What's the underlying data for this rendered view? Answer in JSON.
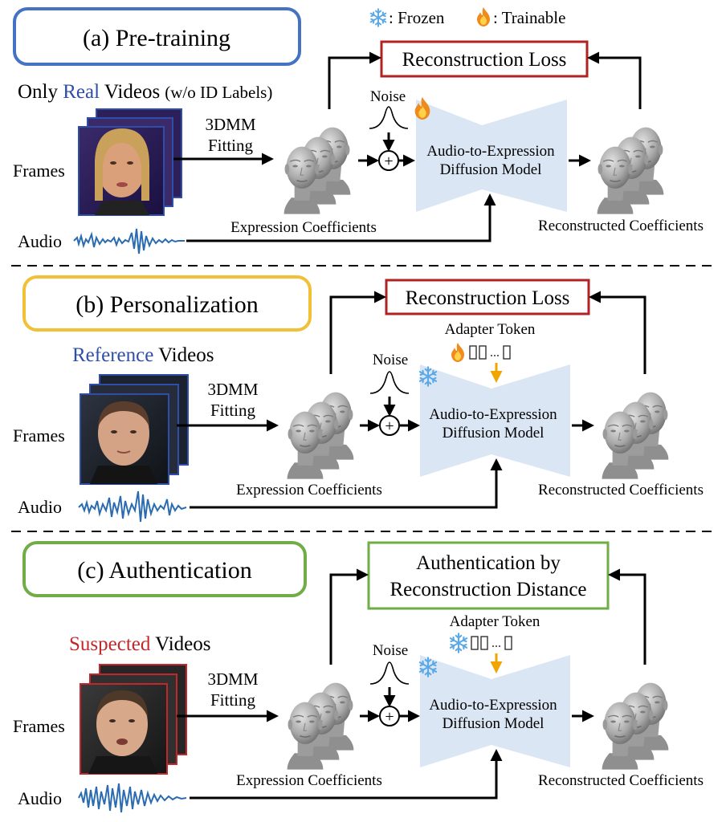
{
  "legend": {
    "frozen_label": ": Frozen",
    "trainable_label": ": Trainable",
    "frozen_icon": "snowflake-icon",
    "trainable_icon": "flame-icon"
  },
  "colors": {
    "pretrain_border": "#4472c4",
    "personal_border": "#f2c037",
    "auth_border": "#70ad47",
    "loss_border": "#b22222",
    "auth_loss_border": "#70ad47",
    "diffusion_fill": "#dbe6f4",
    "real_word": "#2e4ea8",
    "reference_word": "#2e4ea8",
    "suspected_word": "#c0282c",
    "adapter_arrow": "#f0a500",
    "snowflake": "#5aa9e6",
    "flame": "#f08a1c"
  },
  "panels": [
    {
      "title": "(a) Pre-training",
      "loss": "Reconstruction Loss",
      "videos_prefix": "Only ",
      "videos_highlight": "Real",
      "videos_suffix": " Videos",
      "videos_note": "(w/o ID Labels)",
      "frames_label": "Frames",
      "audio_label": "Audio",
      "fit_line1": "3DMM",
      "fit_line2": "Fitting",
      "noise_label": "Noise",
      "adapter_label": "",
      "model_line1": "Audio-to-Expression",
      "model_line2": "Diffusion Model",
      "model_state": "flame-icon",
      "expr_label": "Expression Coefficients",
      "recon_label": "Reconstructed Coefficients"
    },
    {
      "title": "(b) Personalization",
      "loss": "Reconstruction Loss",
      "videos_prefix": "",
      "videos_highlight": "Reference",
      "videos_suffix": " Videos",
      "videos_note": "",
      "frames_label": "Frames",
      "audio_label": "Audio",
      "fit_line1": "3DMM",
      "fit_line2": "Fitting",
      "noise_label": "Noise",
      "adapter_label": "Adapter Token",
      "adapter_state": "flame-icon",
      "model_line1": "Audio-to-Expression",
      "model_line2": "Diffusion Model",
      "model_state": "snowflake-icon",
      "expr_label": "Expression Coefficients",
      "recon_label": "Reconstructed Coefficients"
    },
    {
      "title": "(c) Authentication",
      "loss_line1": "Authentication by",
      "loss_line2": "Reconstruction Distance",
      "videos_prefix": "",
      "videos_highlight": "Suspected",
      "videos_suffix": " Videos",
      "videos_note": "",
      "frames_label": "Frames",
      "audio_label": "Audio",
      "fit_line1": "3DMM",
      "fit_line2": "Fitting",
      "noise_label": "Noise",
      "adapter_label": "Adapter Token",
      "adapter_state": "snowflake-icon",
      "model_line1": "Audio-to-Expression",
      "model_line2": "Diffusion Model",
      "model_state": "snowflake-icon",
      "expr_label": "Expression Coefficients",
      "recon_label": "Reconstructed Coefficients"
    }
  ]
}
